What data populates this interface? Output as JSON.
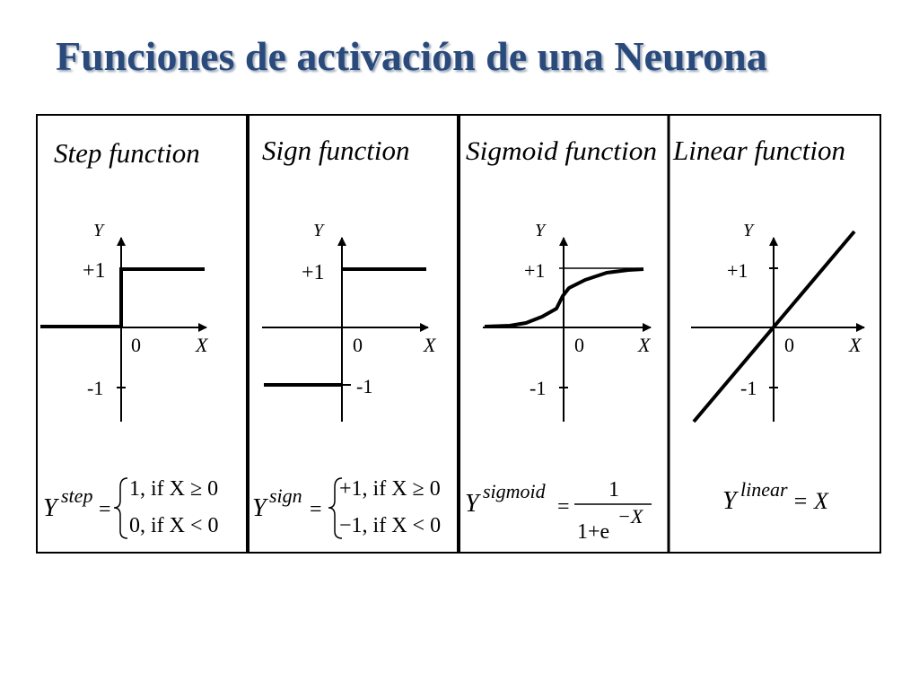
{
  "title": "Funciones de activación de una Neurona",
  "panels": [
    {
      "id": "step",
      "name": "Step function",
      "axis_y": "Y",
      "axis_x": "X",
      "origin": "0",
      "plus_one": "+1",
      "minus_one": "-1",
      "formula": {
        "lhs": "Y",
        "sup": "step",
        "eq": "=",
        "case1": "1, if X ≥ 0",
        "case2": "0, if X < 0"
      }
    },
    {
      "id": "sign",
      "name": "Sign function",
      "axis_y": "Y",
      "axis_x": "X",
      "origin": "0",
      "plus_one": "+1",
      "minus_one": "-1",
      "formula": {
        "lhs": "Y",
        "sup": "sign",
        "eq": "=",
        "case1": "+1, if X ≥ 0",
        "case2": "−1, if X < 0"
      }
    },
    {
      "id": "sigmoid",
      "name": "Sigmoid function",
      "axis_y": "Y",
      "axis_x": "X",
      "origin": "0",
      "plus_one": "+1",
      "minus_one": "-1",
      "formula": {
        "lhs": "Y",
        "sup": "sigmoid",
        "eq": "=",
        "numerator": "1",
        "denominator": "1+e",
        "denominator_exp": "−X"
      }
    },
    {
      "id": "linear",
      "name": "Linear function",
      "axis_y": "Y",
      "axis_x": "X",
      "origin": "0",
      "plus_one": "+1",
      "minus_one": "-1",
      "formula": {
        "lhs": "Y",
        "sup": "linear",
        "eq": "= X"
      }
    }
  ]
}
